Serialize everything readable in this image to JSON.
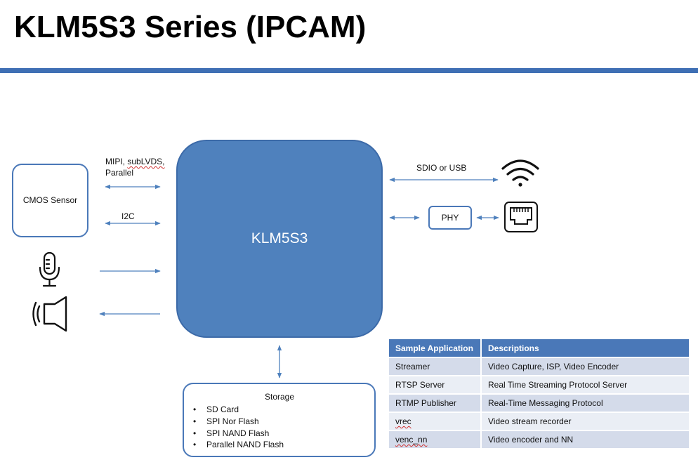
{
  "title": "KLM5S3 Series (IPCAM)",
  "colors": {
    "accent": "#3f6fb4",
    "soc_fill": "#4f81bd",
    "box_border": "#4a78b8",
    "arrow": "#4f81bd",
    "table_header": "#4a78b8",
    "row_dark": "#d4dbea",
    "row_light": "#eaeef5"
  },
  "diagram": {
    "soc_label": "KLM5S3",
    "cmos_sensor": "CMOS Sensor",
    "phy": "PHY",
    "mipi_label_line1": "MIPI, ",
    "mipi_label_sub": "subLVDS",
    "mipi_label_comma": ",",
    "mipi_label_line2": "Parallel",
    "i2c_label": "I2C",
    "sdio_label": "SDIO or USB",
    "icons": [
      "microphone-icon",
      "speaker-icon",
      "wifi-icon",
      "ethernet-port-icon"
    ]
  },
  "storage": {
    "title": "Storage",
    "items": [
      "SD Card",
      "SPI Nor Flash",
      "SPI NAND Flash",
      "Parallel NAND Flash"
    ]
  },
  "table": {
    "headers": [
      "Sample Application",
      "Descriptions"
    ],
    "rows": [
      [
        "Streamer",
        "Video Capture, ISP, Video Encoder"
      ],
      [
        "RTSP Server",
        "Real Time Streaming Protocol Server"
      ],
      [
        "RTMP Publisher",
        "Real-Time Messaging Protocol"
      ],
      [
        "vrec",
        "Video stream recorder"
      ],
      [
        "venc_nn",
        "Video encoder and NN"
      ]
    ]
  }
}
